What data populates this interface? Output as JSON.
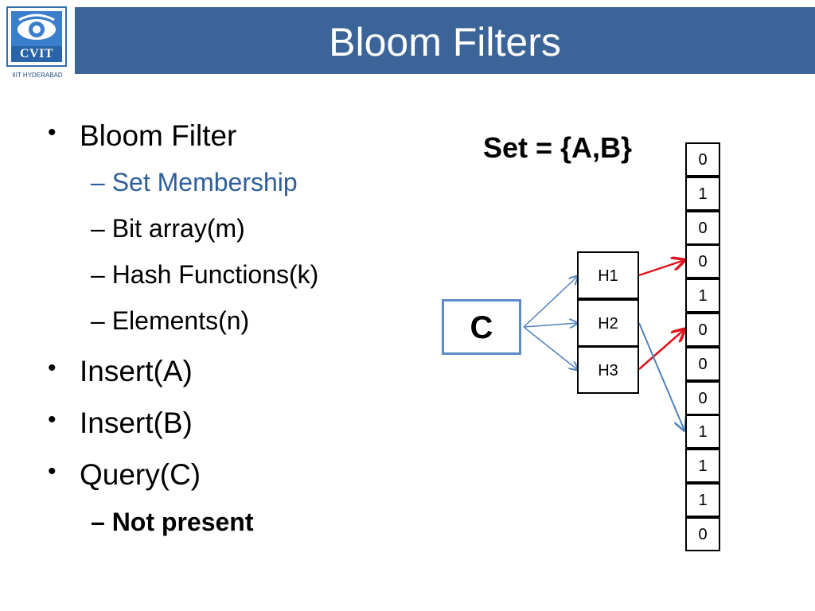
{
  "header": {
    "title": "Bloom Filters",
    "logo_text": "CVIT",
    "logo_caption": "IIIT HYDERABAD"
  },
  "bullets": [
    {
      "text": "Bloom Filter",
      "level": 1
    },
    {
      "text": "Set Membership",
      "level": 2,
      "style": "accent"
    },
    {
      "text": "Bit array(m)",
      "level": 2
    },
    {
      "text": "Hash Functions(k)",
      "level": 2
    },
    {
      "text": "Elements(n)",
      "level": 2
    },
    {
      "text": "Insert(A)",
      "level": 1
    },
    {
      "text": "Insert(B)",
      "level": 1
    },
    {
      "text": "Query(C)",
      "level": 1
    },
    {
      "text": "Not present",
      "level": 2,
      "style": "bold"
    }
  ],
  "markers": {
    "level1": "•",
    "level2": "–"
  },
  "diagram": {
    "set_label": "Set = {A,B}",
    "query_element": "C",
    "hash_functions": [
      "H1",
      "H2",
      "H3"
    ],
    "bit_array": [
      "0",
      "1",
      "0",
      "0",
      "1",
      "0",
      "0",
      "0",
      "1",
      "1",
      "1",
      "0"
    ],
    "colors": {
      "accent": "#3b6498",
      "query_arrow": "#4f81bd",
      "hit_arrow": "#e0141e"
    }
  }
}
